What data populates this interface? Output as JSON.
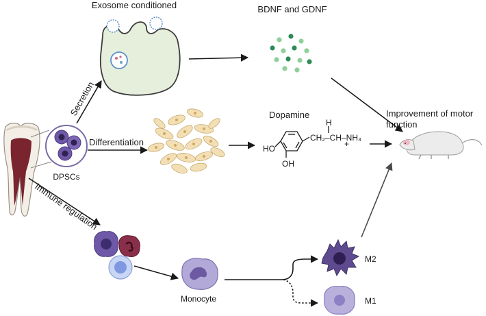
{
  "labels": {
    "exosome": "Exosome conditioned",
    "growth_factors": "BDNF and GDNF",
    "secretion": "Secretion",
    "differentiation": "Differentiation",
    "dopamine": "Dopamine",
    "improvement_line1": "Improvement of motor",
    "improvement_line2": "function",
    "dpscs": "DPSCs",
    "immune_regulation": "Immune regulation",
    "monocyte": "Monocyte",
    "m2": "M2",
    "m1": "M1"
  },
  "chemistry": {
    "h": "H",
    "ch2_ch": "CH₂–CH–NH₃",
    "plus": "+",
    "ho": "HO",
    "oh": "OH"
  },
  "colors": {
    "exosome_fill": "#e6efdc",
    "exosome_stroke": "#3c3c3c",
    "particle_dark": "#2e8b57",
    "particle_light": "#8fcf9a",
    "neuron": "#f3dfb6",
    "cell_purple": "#6f58a8",
    "cell_maroon": "#8a2f4a",
    "cell_blue": "#9fb5ec",
    "monocyte": "#8f82bd",
    "m2": "#5e4b8f",
    "m1": "#b9b0dc",
    "tooth_pulp": "#7a2430",
    "mouse": "#e9e9e9"
  },
  "icons": [
    "tooth-icon",
    "stem-cell-icon",
    "exosome-icon",
    "neuron-cluster-icon",
    "immune-cells-icon",
    "monocyte-icon",
    "m2-macrophage-icon",
    "m1-macrophage-icon",
    "mouse-icon"
  ]
}
